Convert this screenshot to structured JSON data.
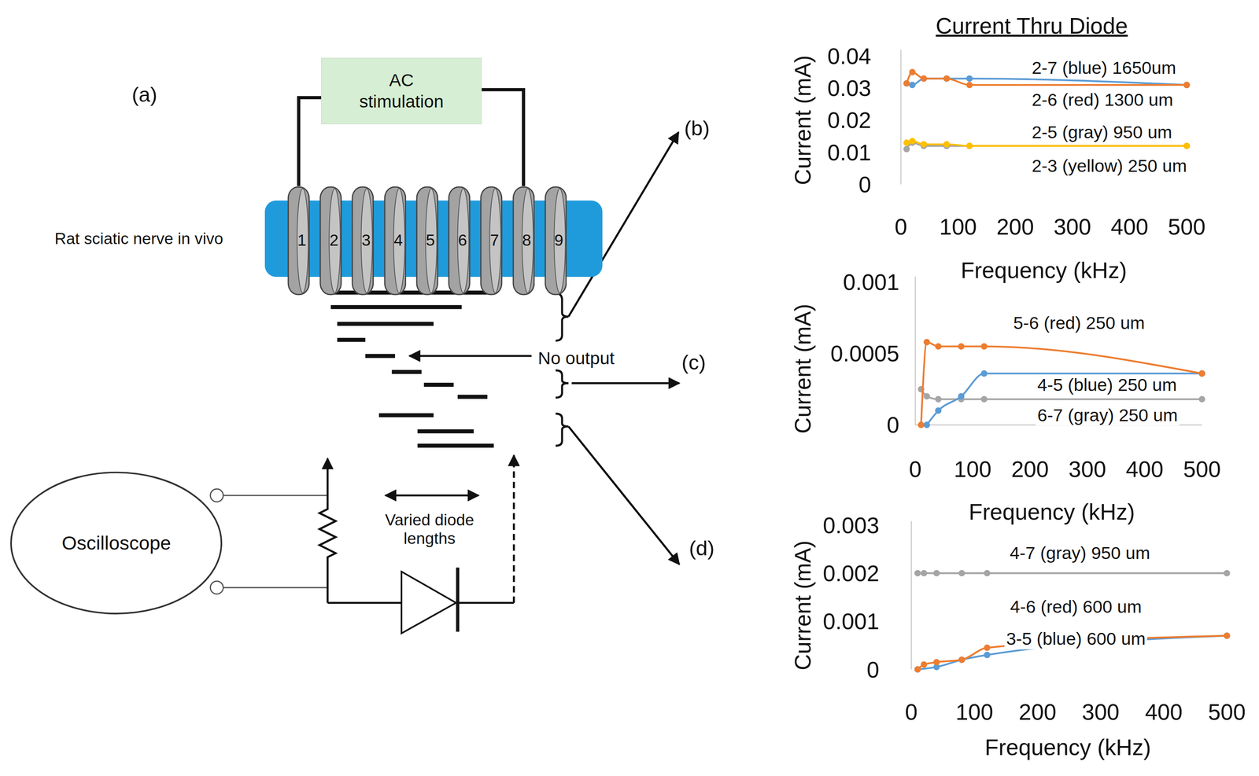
{
  "diagram": {
    "nodes": [
      {
        "text": [
          "AC stimulation"
        ]
      },
      {
        "text": [
          "Rat sciatic nerve in vivo"
        ]
      },
      {
        "text": [
          "1"
        ],
        "in": 1
      },
      {
        "text": [
          "2"
        ],
        "in": 1
      },
      {
        "text": [
          "3"
        ],
        "in": 1
      },
      {
        "text": [
          "4"
        ],
        "in": 1
      },
      {
        "text": [
          "5"
        ],
        "in": 1
      },
      {
        "text": [
          "6"
        ],
        "in": 1
      },
      {
        "text": [
          "7"
        ],
        "in": 1
      },
      {
        "text": [
          "8"
        ],
        "in": 1
      },
      {
        "text": [
          "9"
        ],
        "in": 1
      },
      {
        "text": [
          "Oscilloscope"
        ]
      }
    ],
    "edges": [
      {
        "from": 0,
        "to": 2,
        "arrow": "none"
      },
      {
        "from": 0,
        "to": 9,
        "arrow": "none"
      }
    ],
    "labels": [
      "(a)",
      "(b)",
      "No output",
      "(c)",
      "(d)",
      "Varied diode lengths",
      "Current Thru Diode",
      "0.04",
      "0.03",
      "0.02",
      "0.01",
      "0",
      "0",
      "100",
      "200",
      "300",
      "400",
      "500",
      "Frequency (kHz)",
      "Current (mA)",
      "2-7 (blue) 1650um",
      "2-6 (red) 1300 um",
      "2-5 (gray) 950 um",
      "2-3 (yellow) 250 um",
      "0.001",
      "0.0005",
      "0",
      "0",
      "100",
      "200",
      "300",
      "400",
      "500",
      "Frequency (kHz)",
      "Current (mA)",
      "5-6 (red) 250 um",
      "4-5 (blue) 250 um",
      "6-7 (gray) 250 um",
      "0.003",
      "0.002",
      "0.001",
      "0",
      "0",
      "100",
      "200",
      "300",
      "400",
      "500",
      "Frequency (kHz)",
      "Current (mA)",
      "4-7 (gray) 950 um",
      "4-6 (red) 600 um",
      "3-5 (blue) 600 um"
    ]
  }
}
